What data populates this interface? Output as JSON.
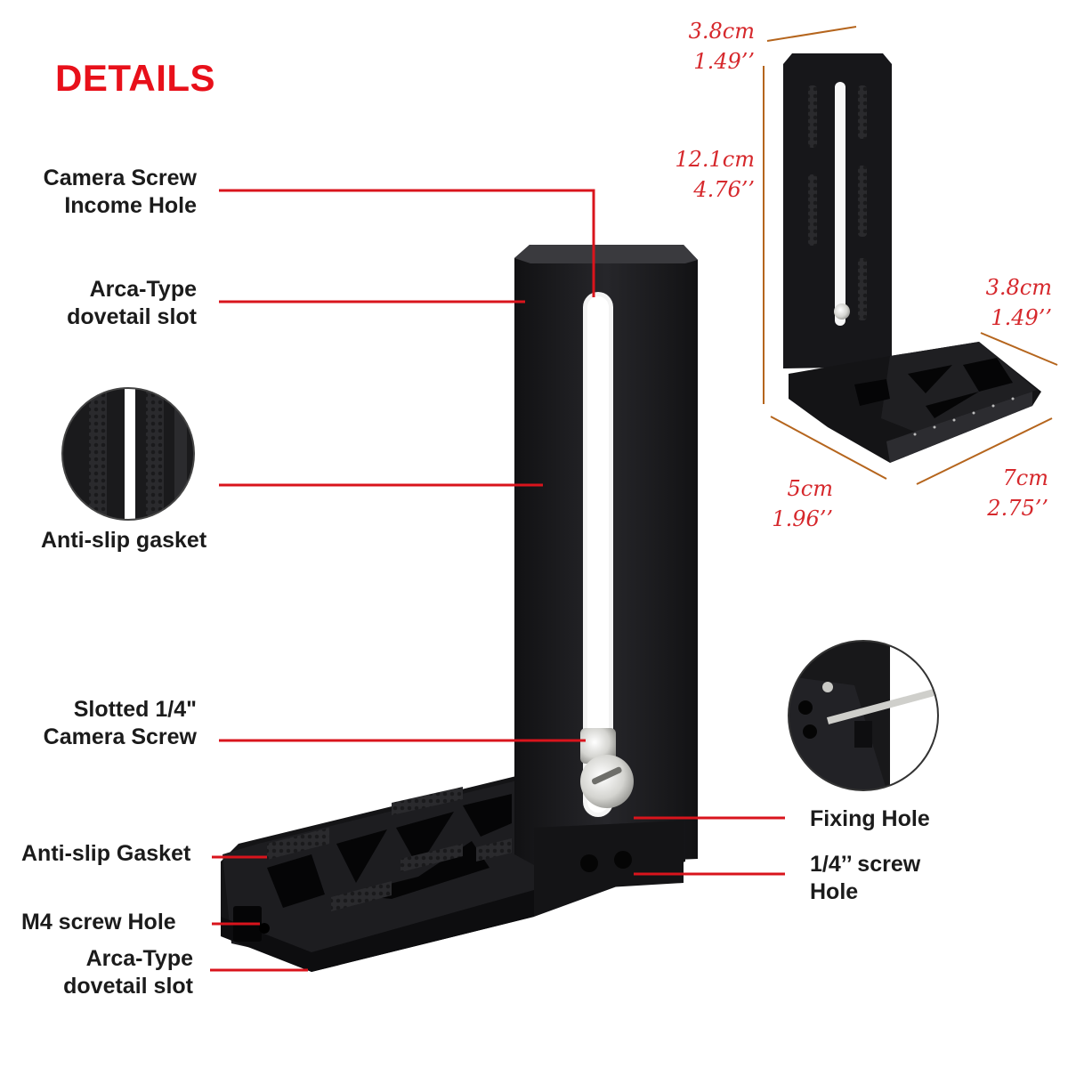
{
  "title": "DETAILS",
  "labels": {
    "camera_screw_hole": [
      "Camera Screw",
      "Income Hole"
    ],
    "dovetail_top": [
      "Arca-Type",
      "dovetail slot"
    ],
    "anti_slip_gasket_inset": "Anti-slip gasket",
    "slotted_screw": [
      "Slotted 1/4\"",
      "Camera Screw"
    ],
    "anti_slip_gasket": "Anti-slip Gasket",
    "m4_hole": "M4 screw Hole",
    "dovetail_bottom": [
      "Arca-Type",
      "dovetail slot"
    ],
    "fixing_hole": "Fixing Hole",
    "quarter_screw_hole": [
      "1/4’’ screw",
      "Hole"
    ]
  },
  "dimensions": {
    "top_width": [
      "3.8cm",
      "1.49’’"
    ],
    "height": [
      "12.1cm",
      "4.76’’"
    ],
    "side_width": [
      "3.8cm",
      "1.49’’"
    ],
    "base_depth": [
      "5cm",
      "1.96’’"
    ],
    "base_length": [
      "7cm",
      "2.75’’"
    ]
  },
  "colors": {
    "accent": "#e8101a",
    "leader_line": "#d9141c",
    "dimension_text": "#d6282c",
    "dimension_line": "#b5651d",
    "product": "#1a1a1c"
  }
}
